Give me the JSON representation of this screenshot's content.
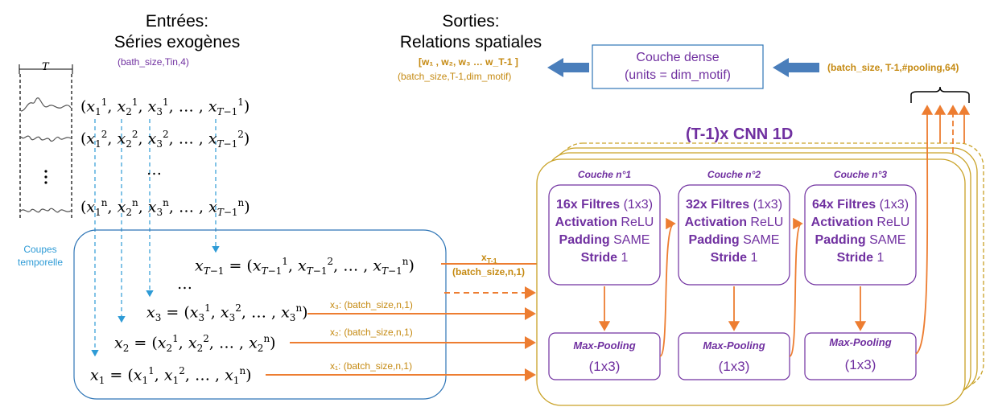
{
  "inputs": {
    "title_line1": "Entrées:",
    "title_line2": "Séries exogènes",
    "shape": "(bath_size,Tin,4)"
  },
  "outputs": {
    "title_line1": "Sorties:",
    "title_line2": "Relations spatiales",
    "weights": "[w₁ , w₂, w₃ … w_T-1 ]",
    "shape": "(batch_size,T-1,dim_motif)"
  },
  "dense": {
    "line1": "Couche dense",
    "line2": "(units = dim_motif)",
    "input_shape": "(batch_size, T-1,#pooling,64)"
  },
  "window_label": "T",
  "cuts_label_line1": "Coupes",
  "cuts_label_line2": "temporelle",
  "ellipsis": "…",
  "cnn_title": "(T-1)x CNN 1D",
  "slice_labels": {
    "xT1_name": "x",
    "xT1_sub": "T-1",
    "xT1_shape": "(batch_size,n,1)",
    "x3": "x₃: (batch_size,n,1)",
    "x2": "x₂: (batch_size,n,1)",
    "x1": "x₁: (batch_size,n,1)"
  },
  "layers": [
    {
      "title": "Couche n°1",
      "filters_b": "16x Filtres",
      "filters_r": " (1x3)",
      "act_b": "Activation",
      "act_r": " ReLU",
      "pad_b": "Padding",
      "pad_r": " SAME",
      "stride_b": "Stride",
      "stride_r": " 1",
      "pool_title": "Max-Pooling",
      "pool_size": "(1x3)"
    },
    {
      "title": "Couche n°2",
      "filters_b": "32x Filtres",
      "filters_r": " (1x3)",
      "act_b": "Activation",
      "act_r": " ReLU",
      "pad_b": "Padding",
      "pad_r": " SAME",
      "stride_b": "Stride",
      "stride_r": " 1",
      "pool_title": "Max-Pooling",
      "pool_size": "(1x3)"
    },
    {
      "title": "Couche n°3",
      "filters_b": "64x Filtres",
      "filters_r": " (1x3)",
      "act_b": "Activation",
      "act_r": " ReLU",
      "pad_b": "Padding",
      "pad_r": " SAME",
      "stride_b": "Stride",
      "stride_r": " 1",
      "pool_title": "Max-Pooling",
      "pool_size": "(1x3)"
    }
  ],
  "colors": {
    "purple": "#7030a0",
    "orange": "#ed7d31",
    "gold": "#c9a227",
    "blue": "#2e9bd6",
    "arrow_blue": "#4a7ebb"
  }
}
